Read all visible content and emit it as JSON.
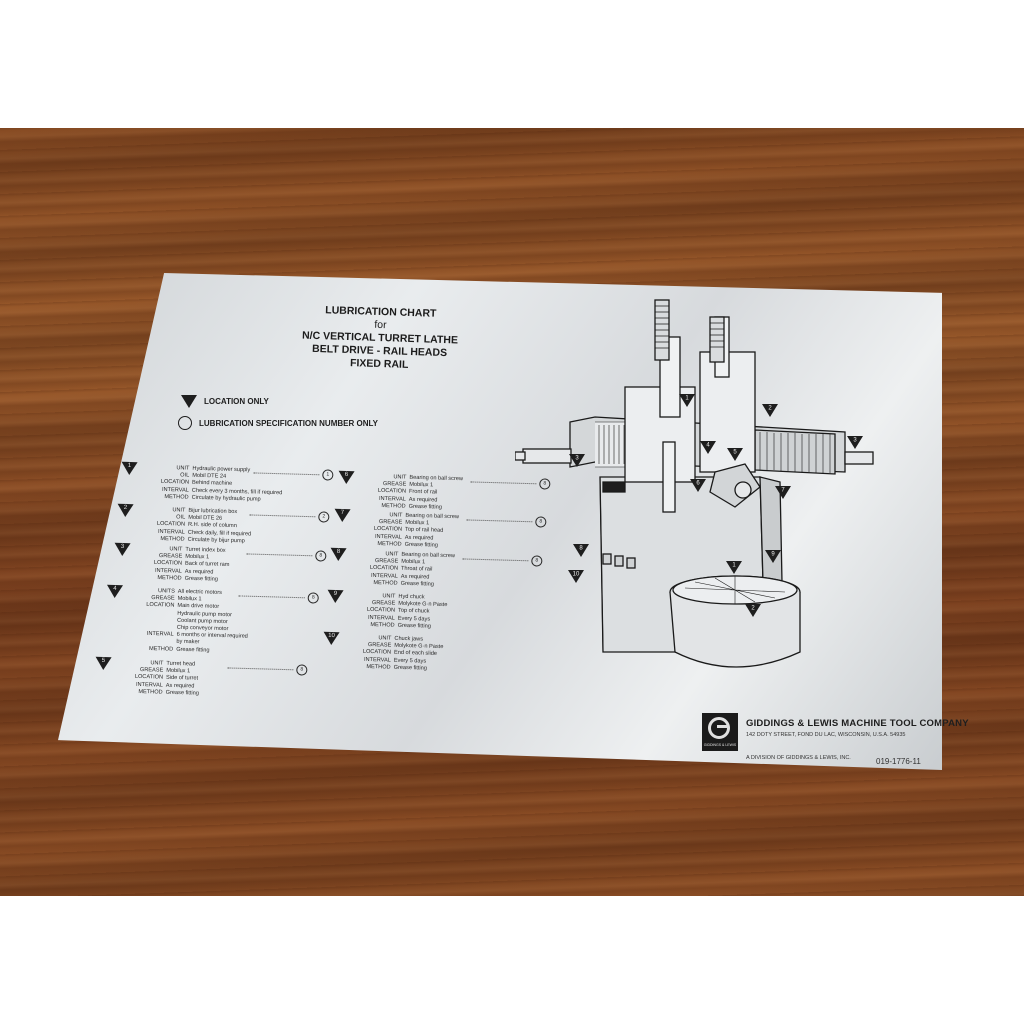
{
  "title": {
    "line1": "LUBRICATION CHART",
    "line2": "for",
    "line3": "N/C VERTICAL TURRET LATHE",
    "line4": "BELT DRIVE - RAIL HEADS",
    "line5": "FIXED RAIL"
  },
  "legend": {
    "location_only": "LOCATION ONLY",
    "spec_number_only": "LUBRICATION SPECIFICATION NUMBER ONLY"
  },
  "entries": [
    {
      "num": "1",
      "spec": "1",
      "rows": [
        {
          "k": "UNIT",
          "v": "Hydraulic power supply"
        },
        {
          "k": "OIL",
          "v": "Mobil DTE 24"
        },
        {
          "k": "LOCATION",
          "v": "Behind machine"
        },
        {
          "k": "INTERVAL",
          "v": "Check every 3 months, fill if required"
        },
        {
          "k": "METHOD",
          "v": "Circulate by hydraulic pump"
        }
      ]
    },
    {
      "num": "2",
      "spec": "2",
      "rows": [
        {
          "k": "UNIT",
          "v": "Bijur lubrication box"
        },
        {
          "k": "OIL",
          "v": "Mobil DTE 26"
        },
        {
          "k": "LOCATION",
          "v": "R.H. side of column"
        },
        {
          "k": "INTERVAL",
          "v": "Check daily, fill if required"
        },
        {
          "k": "METHOD",
          "v": "Circulate by bijur pump"
        }
      ]
    },
    {
      "num": "3",
      "spec": "8",
      "rows": [
        {
          "k": "UNIT",
          "v": "Turret index box"
        },
        {
          "k": "GREASE",
          "v": "Mobilux 1"
        },
        {
          "k": "LOCATION",
          "v": "Back of turret ram"
        },
        {
          "k": "INTERVAL",
          "v": "As required"
        },
        {
          "k": "METHOD",
          "v": "Grease fitting"
        }
      ]
    },
    {
      "num": "4",
      "spec": "8",
      "rows": [
        {
          "k": "UNITS",
          "v": "All electric motors"
        },
        {
          "k": "GREASE",
          "v": "Mobilux 1"
        },
        {
          "k": "LOCATION",
          "v": "Main drive motor"
        },
        {
          "k": "",
          "v": "Hydraulic pump motor"
        },
        {
          "k": "",
          "v": "Coolant pump motor"
        },
        {
          "k": "",
          "v": "Chip conveyor motor"
        },
        {
          "k": "INTERVAL",
          "v": "6 months or interval required"
        },
        {
          "k": "",
          "v": "by maker"
        },
        {
          "k": "METHOD",
          "v": "Grease fitting"
        }
      ]
    },
    {
      "num": "5",
      "spec": "8",
      "rows": [
        {
          "k": "UNIT",
          "v": "Turret head"
        },
        {
          "k": "GREASE",
          "v": "Mobilux 1"
        },
        {
          "k": "LOCATION",
          "v": "Side of turret"
        },
        {
          "k": "INTERVAL",
          "v": "As required"
        },
        {
          "k": "METHOD",
          "v": "Grease fitting"
        }
      ]
    },
    {
      "num": "6",
      "spec": "8",
      "rows": [
        {
          "k": "UNIT",
          "v": "Bearing on ball screw"
        },
        {
          "k": "GREASE",
          "v": "Mobilux 1"
        },
        {
          "k": "LOCATION",
          "v": "Front of rail"
        },
        {
          "k": "INTERVAL",
          "v": "As required"
        },
        {
          "k": "METHOD",
          "v": "Grease fitting"
        }
      ]
    },
    {
      "num": "7",
      "spec": "8",
      "rows": [
        {
          "k": "UNIT",
          "v": "Bearing on ball screw"
        },
        {
          "k": "GREASE",
          "v": "Mobilux 1"
        },
        {
          "k": "LOCATION",
          "v": "Top of rail head"
        },
        {
          "k": "INTERVAL",
          "v": "As required"
        },
        {
          "k": "METHOD",
          "v": "Grease fitting"
        }
      ]
    },
    {
      "num": "8",
      "spec": "8",
      "rows": [
        {
          "k": "UNIT",
          "v": "Bearing on ball screw"
        },
        {
          "k": "GREASE",
          "v": "Mobilux 1"
        },
        {
          "k": "LOCATION",
          "v": "Throat of rail"
        },
        {
          "k": "INTERVAL",
          "v": "As required"
        },
        {
          "k": "METHOD",
          "v": "Grease fitting"
        }
      ]
    },
    {
      "num": "9",
      "spec": "",
      "rows": [
        {
          "k": "UNIT",
          "v": "Hyd chuck"
        },
        {
          "k": "GREASE",
          "v": "Molykote G·n Paste"
        },
        {
          "k": "LOCATION",
          "v": "Top of chuck"
        },
        {
          "k": "INTERVAL",
          "v": "Every 5 days"
        },
        {
          "k": "METHOD",
          "v": "Grease fitting"
        }
      ]
    },
    {
      "num": "10",
      "spec": "",
      "rows": [
        {
          "k": "UNIT",
          "v": "Chuck jaws"
        },
        {
          "k": "GREASE",
          "v": "Molykote G·n Paste"
        },
        {
          "k": "LOCATION",
          "v": "End of each slide"
        },
        {
          "k": "INTERVAL",
          "v": "Every 5 days"
        },
        {
          "k": "METHOD",
          "v": "Grease fitting"
        }
      ]
    }
  ],
  "diagram_markers": [
    "1",
    "2",
    "3",
    "4",
    "5",
    "6",
    "7",
    "8",
    "9",
    "10"
  ],
  "company": {
    "logo_text": "GIDDINGS & LEWIS",
    "name": "GIDDINGS & LEWIS MACHINE TOOL COMPANY",
    "address": "142 DOTY STREET, FOND DU LAC, WISCONSIN, U.S.A. 54935",
    "division": "A DIVISION OF GIDDINGS & LEWIS, INC."
  },
  "part_number": "019-1776-11",
  "colors": {
    "ink": "#1e1e1e",
    "plate": "#dfe2e4",
    "wood": "#8a4d24"
  }
}
